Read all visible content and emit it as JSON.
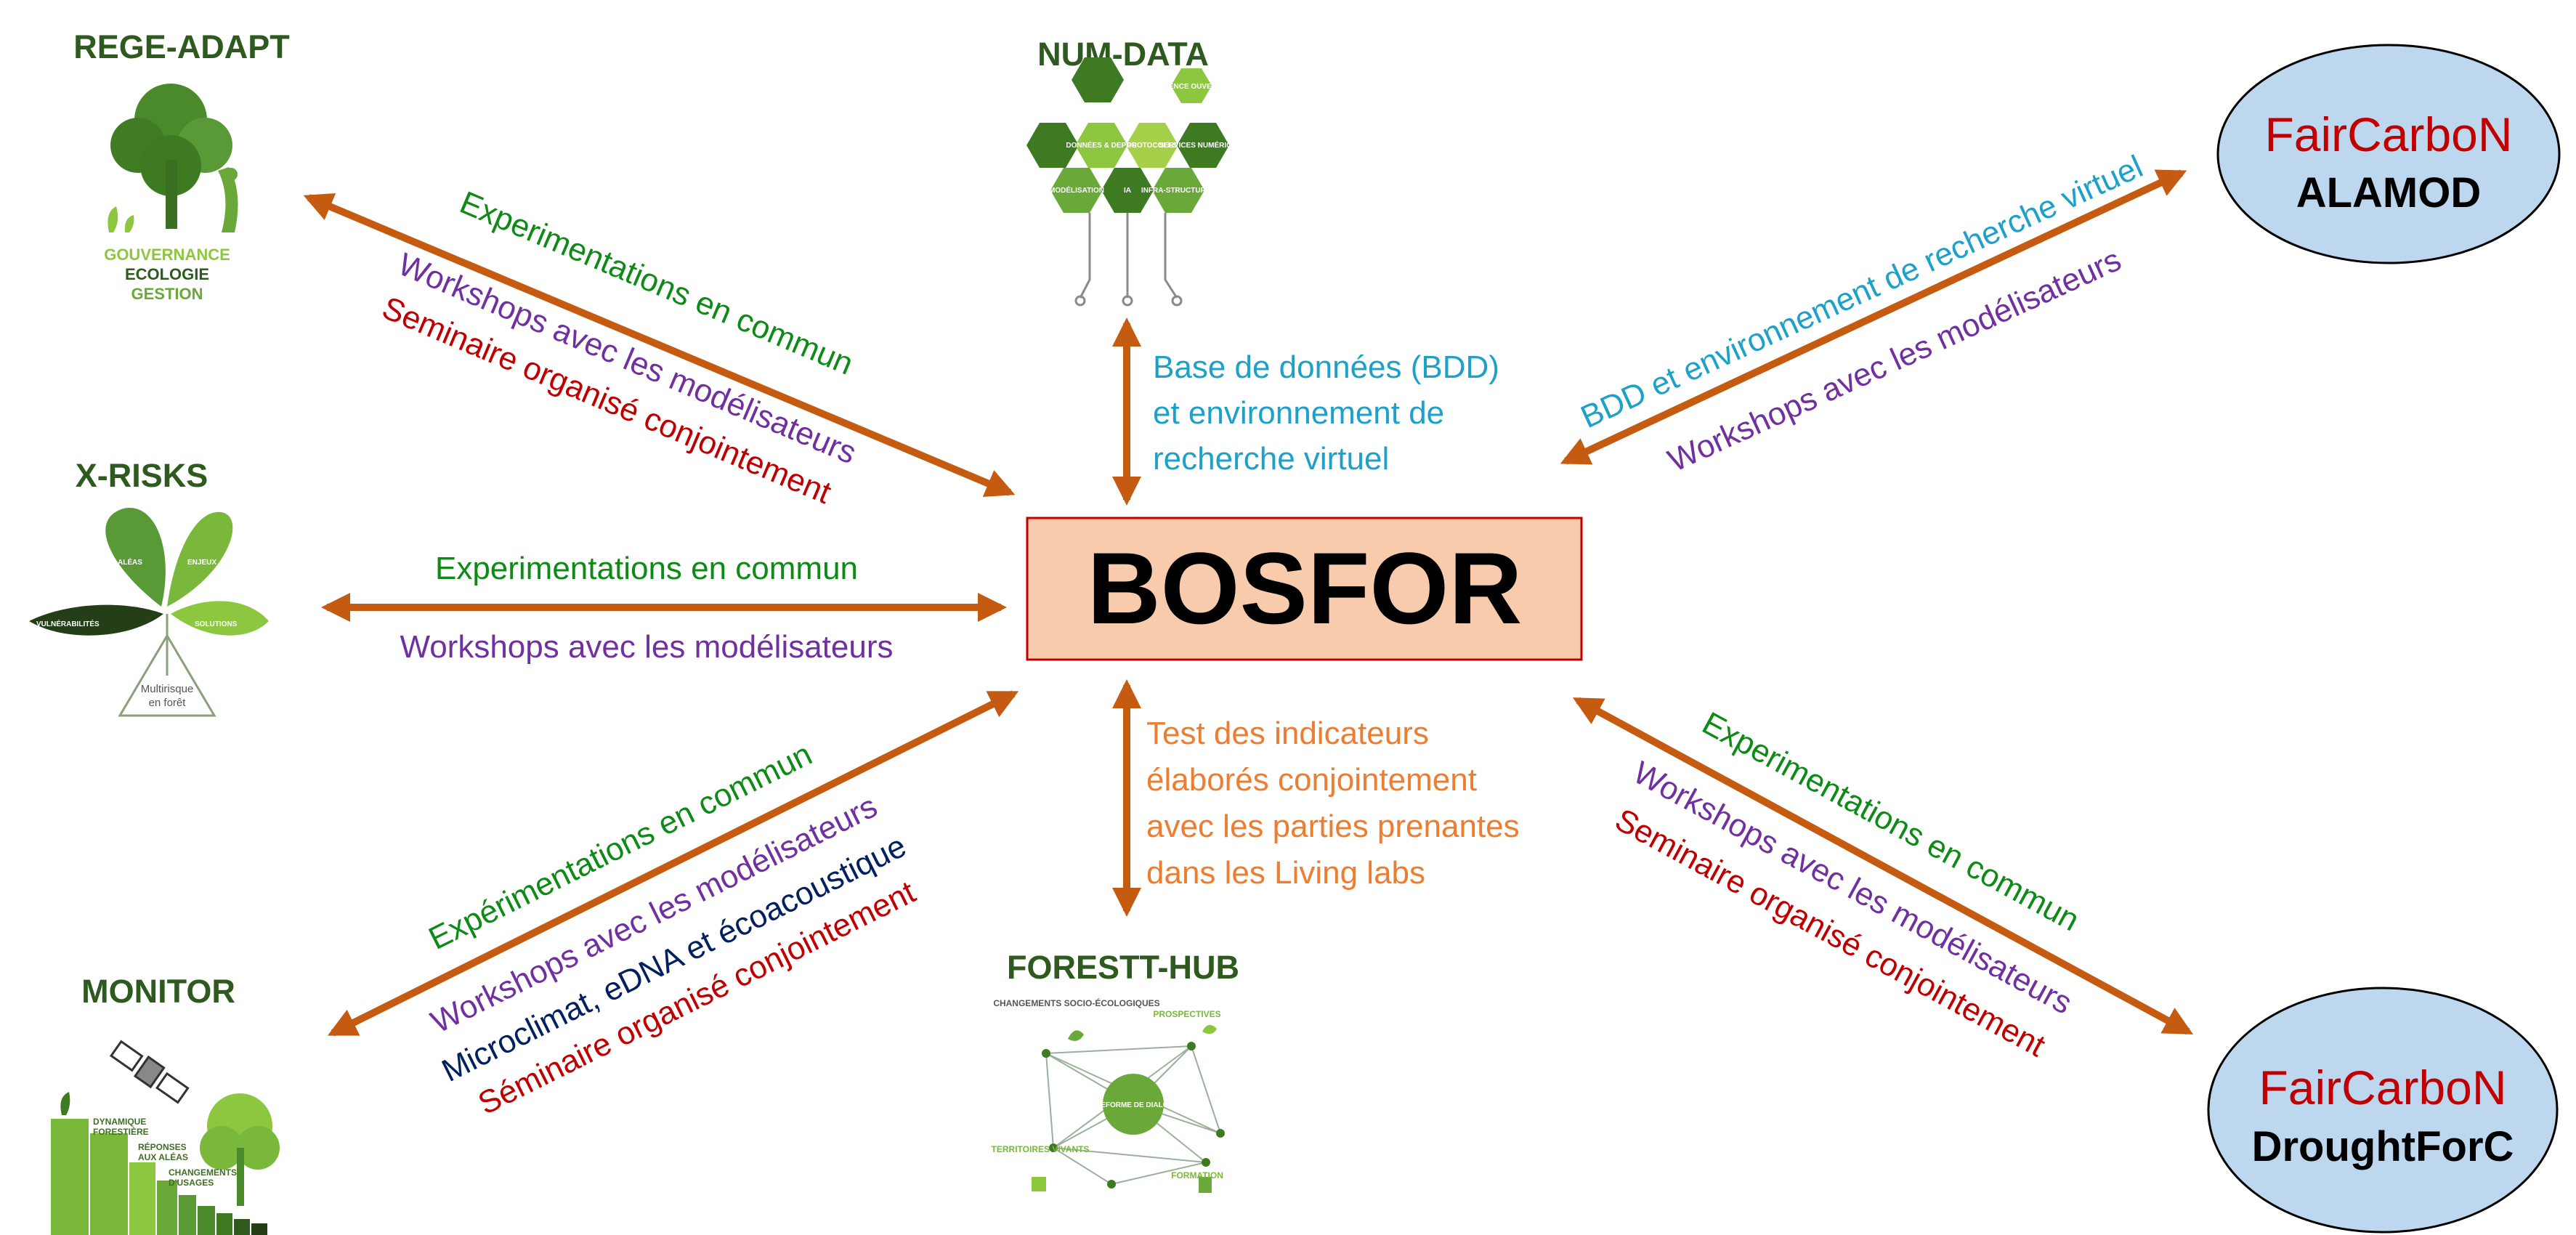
{
  "center": {
    "label": "BOSFOR"
  },
  "nodes": {
    "rege_adapt": {
      "title": "REGE-ADAPT",
      "logo_lines": [
        "GOUVERNANCE",
        "ECOLOGIE",
        "GESTION"
      ]
    },
    "x_risks": {
      "title": "X-RISKS",
      "logo_lines": [
        "ALÉAS",
        "ENJEUX",
        "VULNÉRABILITÉS",
        "SOLUTIONS",
        "Multirisque",
        "en forêt"
      ]
    },
    "monitor": {
      "title": "MONITOR",
      "logo_lines": [
        "DYNAMIQUE",
        "FORESTIÈRE",
        "RÉPONSES",
        "AUX ALÉAS",
        "CHANGEMENTS",
        "D'USAGES"
      ]
    },
    "num_data": {
      "title": "NUM-DATA",
      "logo_lines": [
        "SCIENCE OUVERTE",
        "DONNÉES & DEPOS",
        "PROTOCOLES",
        "SERVICES NUMÉRIQUES",
        "MODÉLISATION",
        "IA",
        "INFRA-STRUCTURES"
      ]
    },
    "forestt_hub": {
      "title": "FORESTT-HUB",
      "logo_lines": [
        "CHANGEMENTS SOCIO-ÉCOLOGIQUES",
        "PROSPECTIVES",
        "PLATEFORME DE DIALOGUE",
        "TERRITOIRES VIVANTS",
        "FORMATION"
      ]
    },
    "fair_alamod": {
      "line1": "FairCarboN",
      "line2": "ALAMOD"
    },
    "fair_drought": {
      "line1": "FairCarboN",
      "line2": "DroughtForC"
    }
  },
  "links": {
    "rege_adapt": [
      "Experimentations en commun",
      "Workshops avec les modélisateurs",
      "Seminaire organisé conjointement"
    ],
    "x_risks": [
      "Experimentations en commun",
      "Workshops avec les modélisateurs"
    ],
    "monitor": [
      "Expérimentations en commun",
      "Workshops avec les modélisateurs",
      "Microclimat, eDNA et écoacoustique",
      "Séminaire organisé conjointement"
    ],
    "num_data": [
      "Base de données (BDD)",
      "et environnement de",
      "recherche virtuel"
    ],
    "forestt_hub": [
      "Test des indicateurs",
      "élaborés conjointement",
      "avec les parties prenantes",
      "dans les Living labs"
    ],
    "fair_alamod": [
      "BDD et environnement de recherche virtuel",
      "Workshops avec les modélisateurs"
    ],
    "fair_drought": [
      "Experimentations en commun",
      "Workshops avec les modélisateurs",
      "Seminaire organisé conjointement"
    ]
  },
  "colors": {
    "arrow": "#c55a11",
    "green": "#0e8a16",
    "purple": "#7030a0",
    "red": "#c00000",
    "teal": "#1da1c8",
    "orange": "#ed7d31",
    "navy": "#002060",
    "box_fill": "#f8cbad",
    "box_stroke": "#c00000",
    "ellipse_fill": "#bdd7ee",
    "dark_green": "#2e5a1f"
  }
}
